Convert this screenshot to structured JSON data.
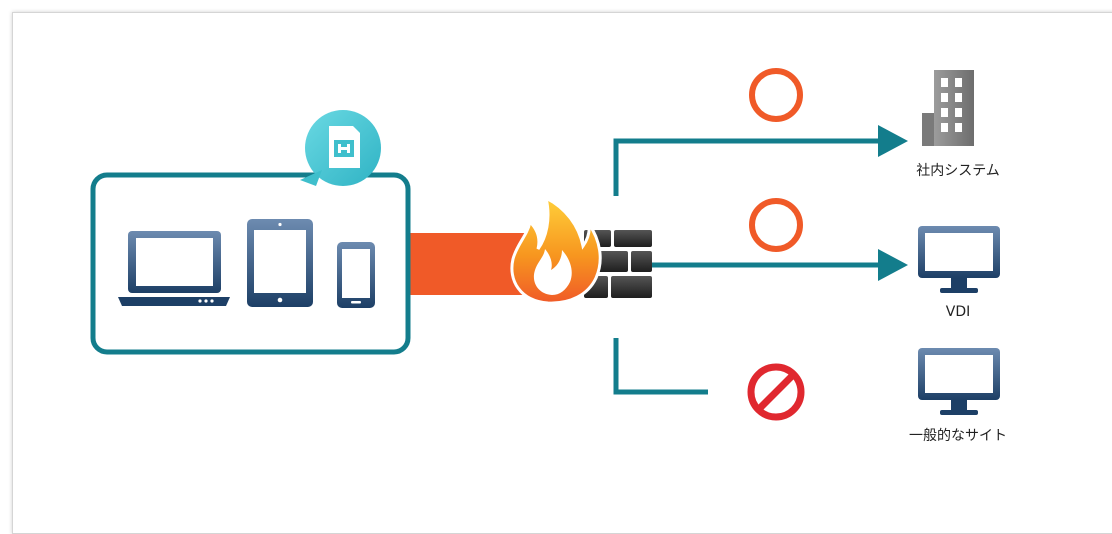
{
  "destinations": [
    {
      "label": "社内システム",
      "status": "allowed",
      "icon": "office-building-icon"
    },
    {
      "label": "VDI",
      "status": "allowed",
      "icon": "monitor-icon"
    },
    {
      "label": "一般的なサイト",
      "status": "blocked",
      "icon": "monitor-icon"
    }
  ],
  "devices": [
    "laptop-icon",
    "tablet-icon",
    "smartphone-icon"
  ],
  "badge_icon": "sim-card-icon",
  "gateway_icons": [
    "fire-icon",
    "brick-wall-icon"
  ],
  "colors": {
    "teal": "#137d8c",
    "orange": "#f05a28",
    "device_blue": "#1d4570",
    "building_gray": "#8a8a8a",
    "bubble_cyan": "#4fc9d6",
    "block_red": "#e0282f"
  }
}
